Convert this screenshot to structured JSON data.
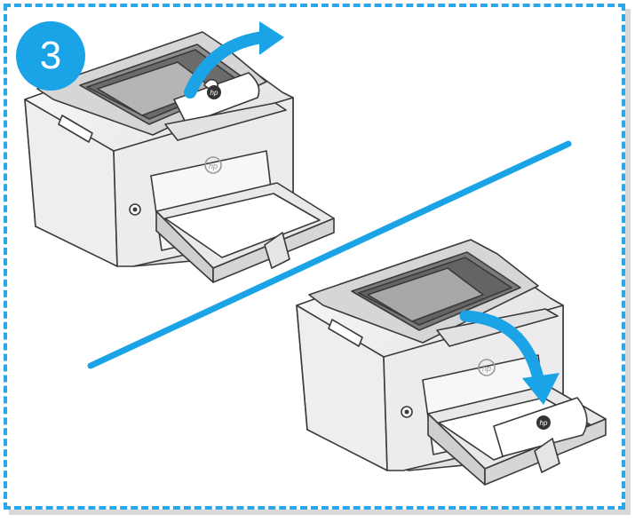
{
  "step": {
    "number": "3"
  },
  "printer_top": {
    "logo_text": "hp",
    "brand_text": "hp"
  },
  "printer_bottom": {
    "logo_text": "hp",
    "brand_text": "hp"
  },
  "colors": {
    "accent_blue": "#1aa3e6",
    "border_blue": "#2aa7e8",
    "outline": "#3a3a3a",
    "body_fill": "#f1f1f1"
  },
  "icons": [
    "flip-arrow-icon",
    "flip-down-arrow-icon",
    "power-button-icon"
  ]
}
